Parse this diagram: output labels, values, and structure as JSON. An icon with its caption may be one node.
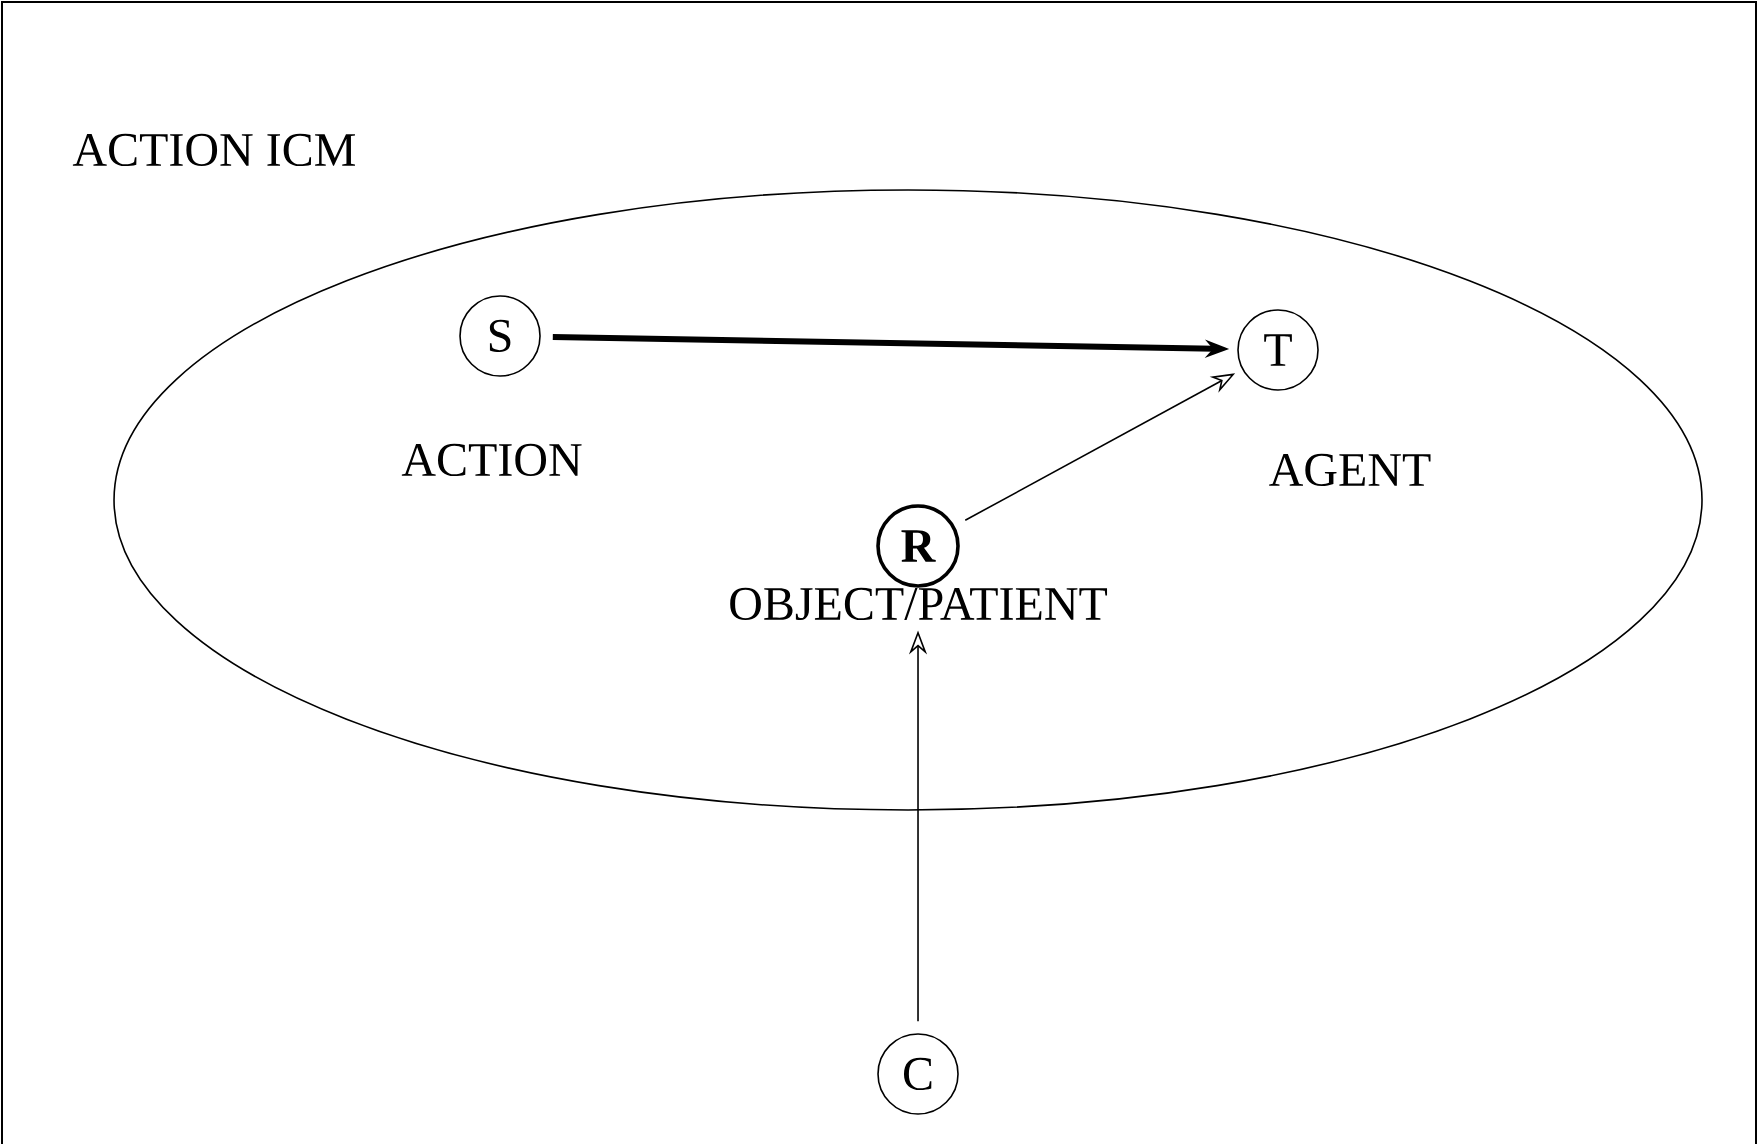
{
  "diagram": {
    "nodes": [
      {
        "text": [
          "ACTION ICM"
        ]
      },
      {
        "text": [
          "S"
        ],
        "in": 0,
        "beside": [
          "ACTION"
        ]
      },
      {
        "text": [
          "T"
        ],
        "in": 0,
        "beside": [
          "AGENT"
        ]
      },
      {
        "text": [
          "R"
        ],
        "in": 0,
        "beside": [
          "OBJECT/PATIENT"
        ]
      },
      {
        "text": [
          "C"
        ]
      }
    ],
    "edges": [
      {
        "from": 1,
        "to": 2,
        "arrow": "to",
        "style": "thick"
      },
      {
        "from": 3,
        "to": 2,
        "arrow": "to"
      },
      {
        "from": 4,
        "to": 3,
        "arrow": "to"
      }
    ]
  }
}
